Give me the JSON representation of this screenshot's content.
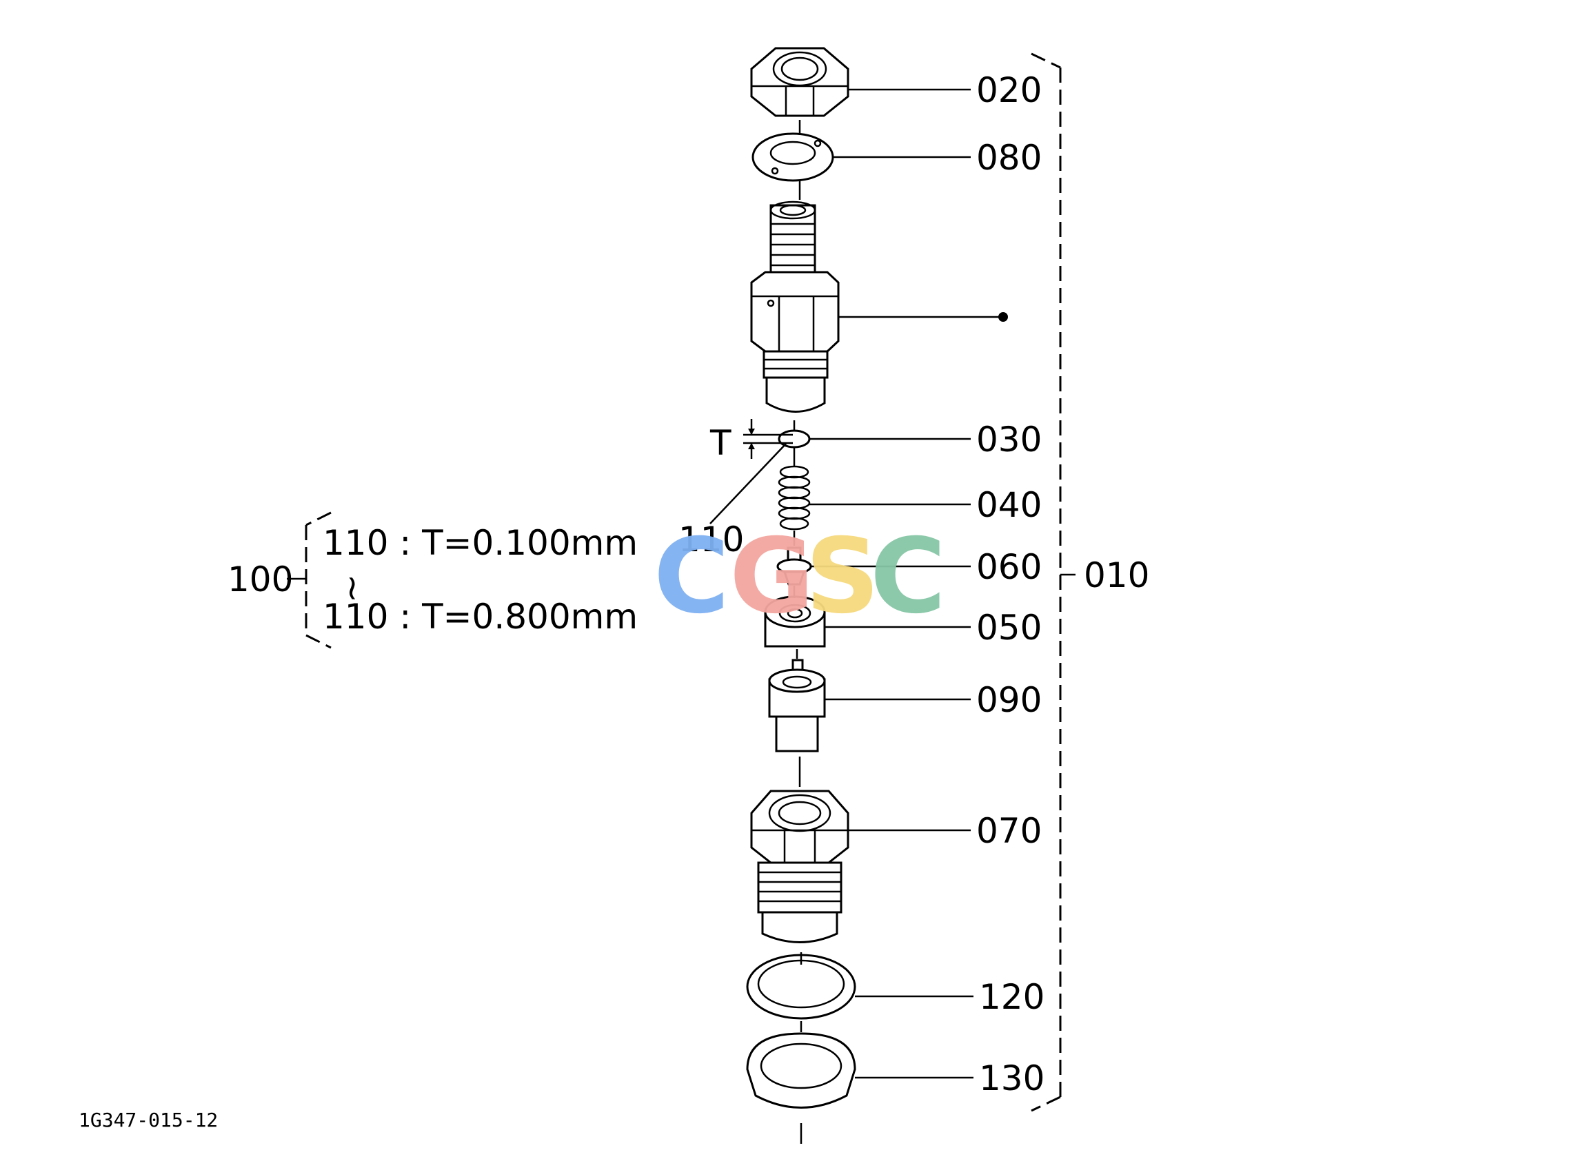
{
  "callouts": {
    "p020": "020",
    "p080": "080",
    "p030": "030",
    "p040": "040",
    "p060": "060",
    "p050": "050",
    "p090": "090",
    "p070": "070",
    "p120": "120",
    "p130": "130",
    "p110": "110",
    "t_marker": "T",
    "assembly": "010",
    "group": "100"
  },
  "shim_range": {
    "first": "110 : T=0.100mm",
    "tilde": "~",
    "last": "110 : T=0.800mm"
  },
  "drawing_id": "1G347-015-12",
  "watermark": {
    "letters": [
      "C",
      "G",
      "S",
      "C"
    ],
    "colors": [
      "#7fb0f2",
      "#f4a6a0",
      "#f6da7e",
      "#86c7a6"
    ]
  }
}
